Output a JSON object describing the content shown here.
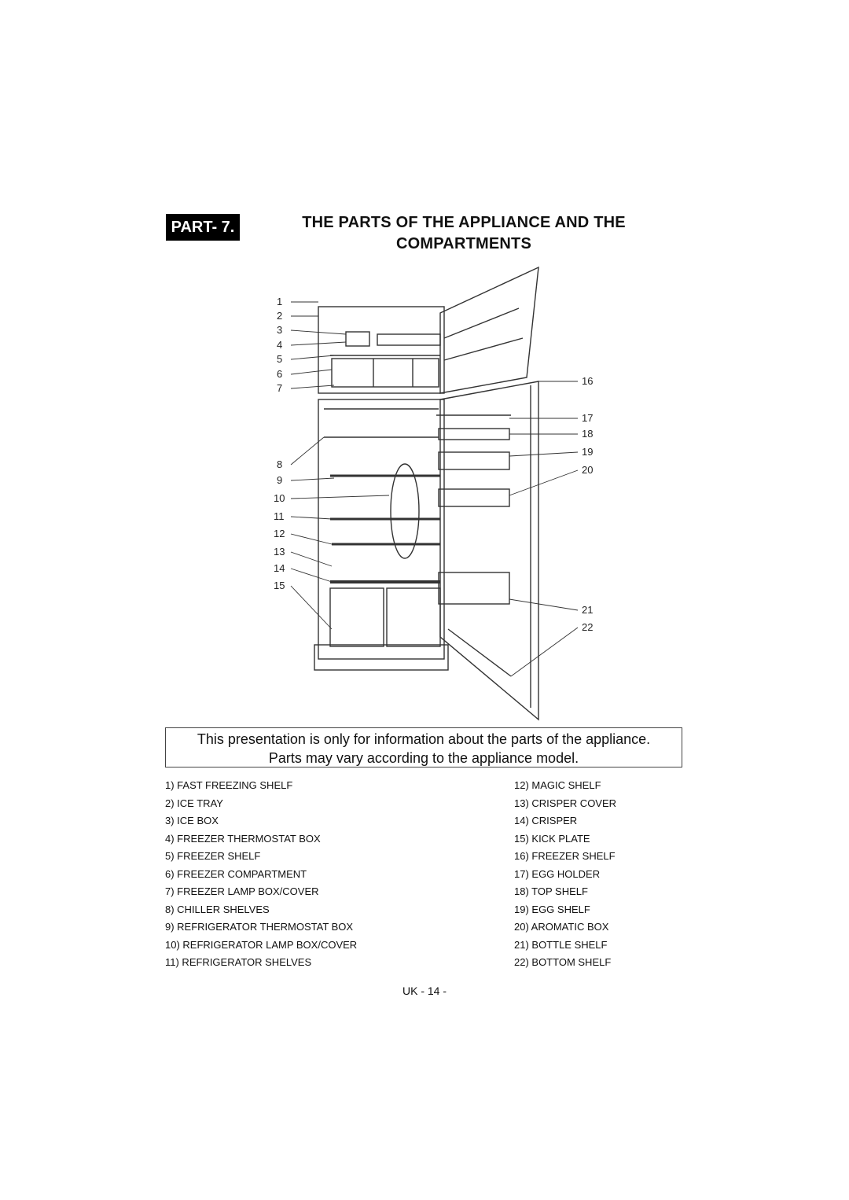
{
  "header": {
    "part_label": "PART- 7.",
    "title_line1": "THE PARTS OF THE APPLIANCE AND THE",
    "title_line2": "COMPARTMENTS"
  },
  "diagram": {
    "left_callouts": [
      "1",
      "2",
      "3",
      "4",
      "5",
      "6",
      "7",
      "8",
      "9",
      "10",
      "11",
      "12",
      "13",
      "14",
      "15"
    ],
    "right_callouts": [
      "16",
      "17",
      "18",
      "19",
      "20",
      "21",
      "22"
    ]
  },
  "note": {
    "line1": "This presentation  is only for information about the parts of the appliance.",
    "line2": "Parts may vary according to the appliance model."
  },
  "parts_left": [
    "1) FAST FREEZING SHELF",
    "2) ICE TRAY",
    "3) ICE BOX",
    "4) FREEZER THERMOSTAT BOX",
    "5) FREEZER SHELF",
    "6) FREEZER COMPARTMENT",
    "7) FREEZER LAMP BOX/COVER",
    "8) CHILLER SHELVES",
    "9) REFRIGERATOR THERMOSTAT BOX",
    "10) REFRIGERATOR LAMP BOX/COVER",
    "11) REFRIGERATOR SHELVES"
  ],
  "parts_right": [
    "12) MAGIC SHELF",
    "13) CRISPER COVER",
    "14) CRISPER",
    "15) KICK PLATE",
    "16) FREEZER SHELF",
    "17) EGG HOLDER",
    "18) TOP SHELF",
    "19) EGG SHELF",
    "20) AROMATIC BOX",
    "21) BOTTLE SHELF",
    "22) BOTTOM SHELF"
  ],
  "footer": {
    "page_number": "UK - 14 -"
  }
}
